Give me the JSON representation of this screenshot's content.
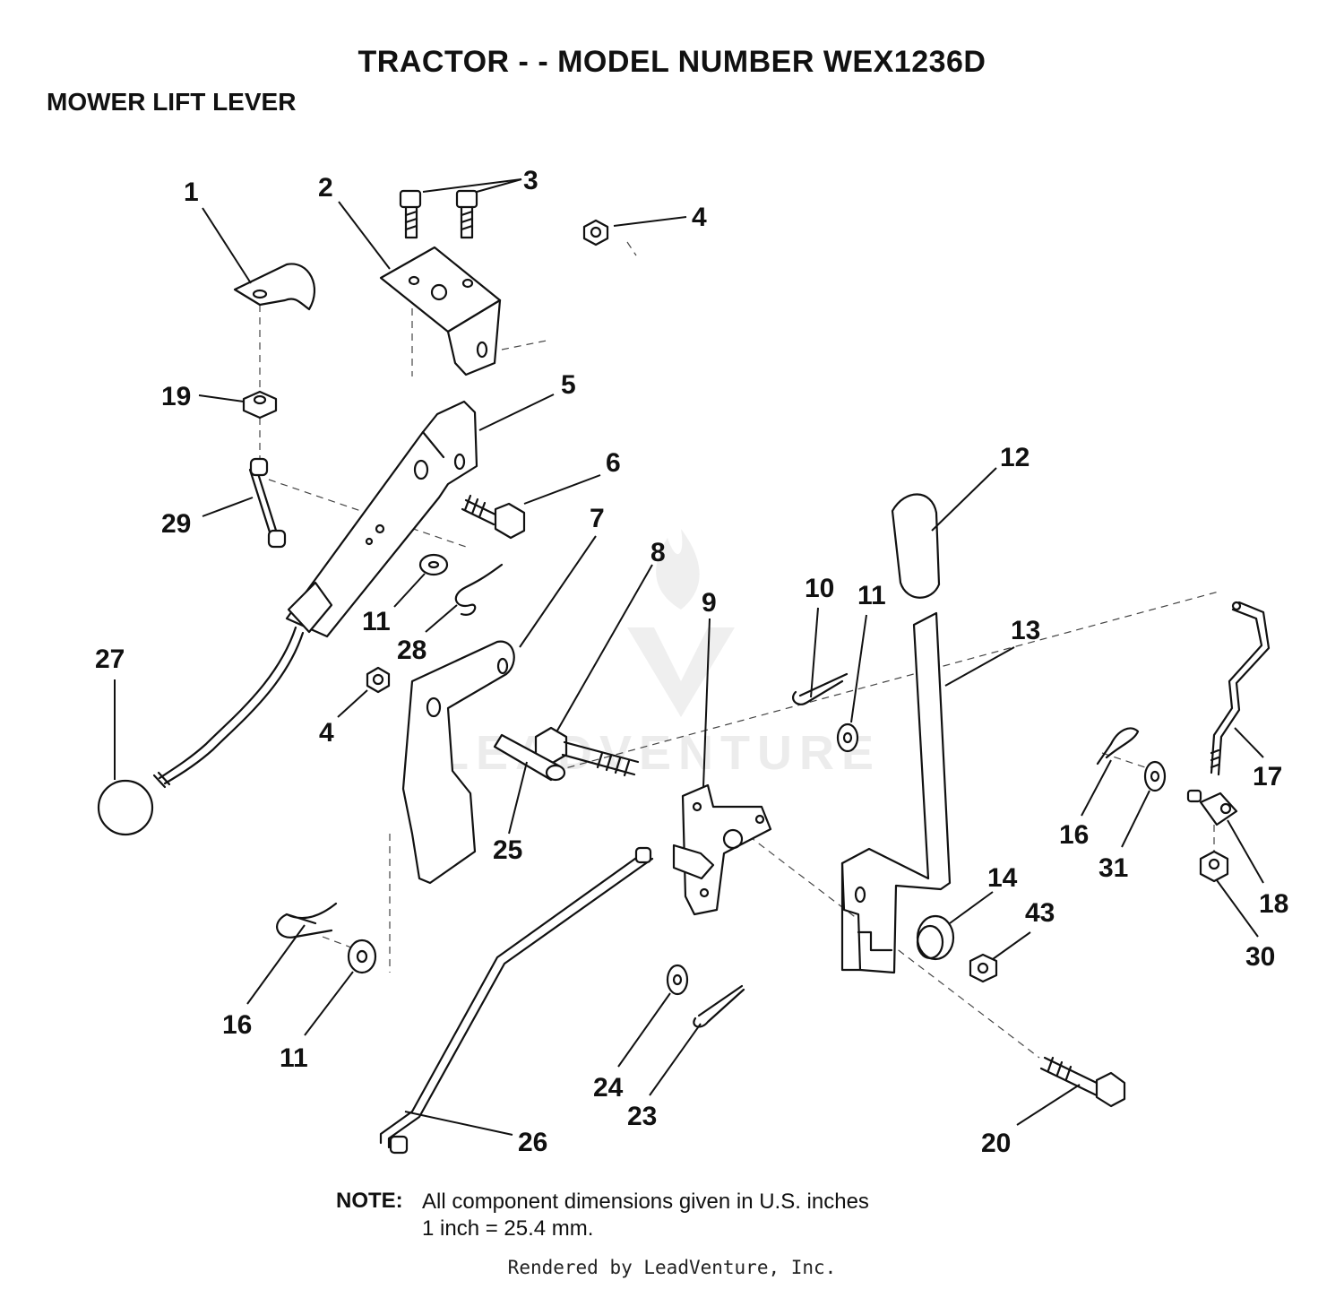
{
  "title": "TRACTOR - - MODEL NUMBER WEX1236D",
  "subtitle": "MOWER LIFT LEVER",
  "watermark": "LEADVENTURE",
  "callouts": [
    "1",
    "2",
    "3",
    "4",
    "19",
    "5",
    "6",
    "29",
    "11",
    "28",
    "27",
    "4",
    "7",
    "8",
    "9",
    "10",
    "11",
    "12",
    "13",
    "25",
    "17",
    "16",
    "31",
    "14",
    "43",
    "18",
    "30",
    "16",
    "11",
    "24",
    "23",
    "26",
    "20"
  ],
  "note": {
    "label": "NOTE:",
    "line1": "All component dimensions given in U.S. inches",
    "line2": "1 inch = 25.4 mm."
  },
  "footer": "Rendered by LeadVenture, Inc."
}
